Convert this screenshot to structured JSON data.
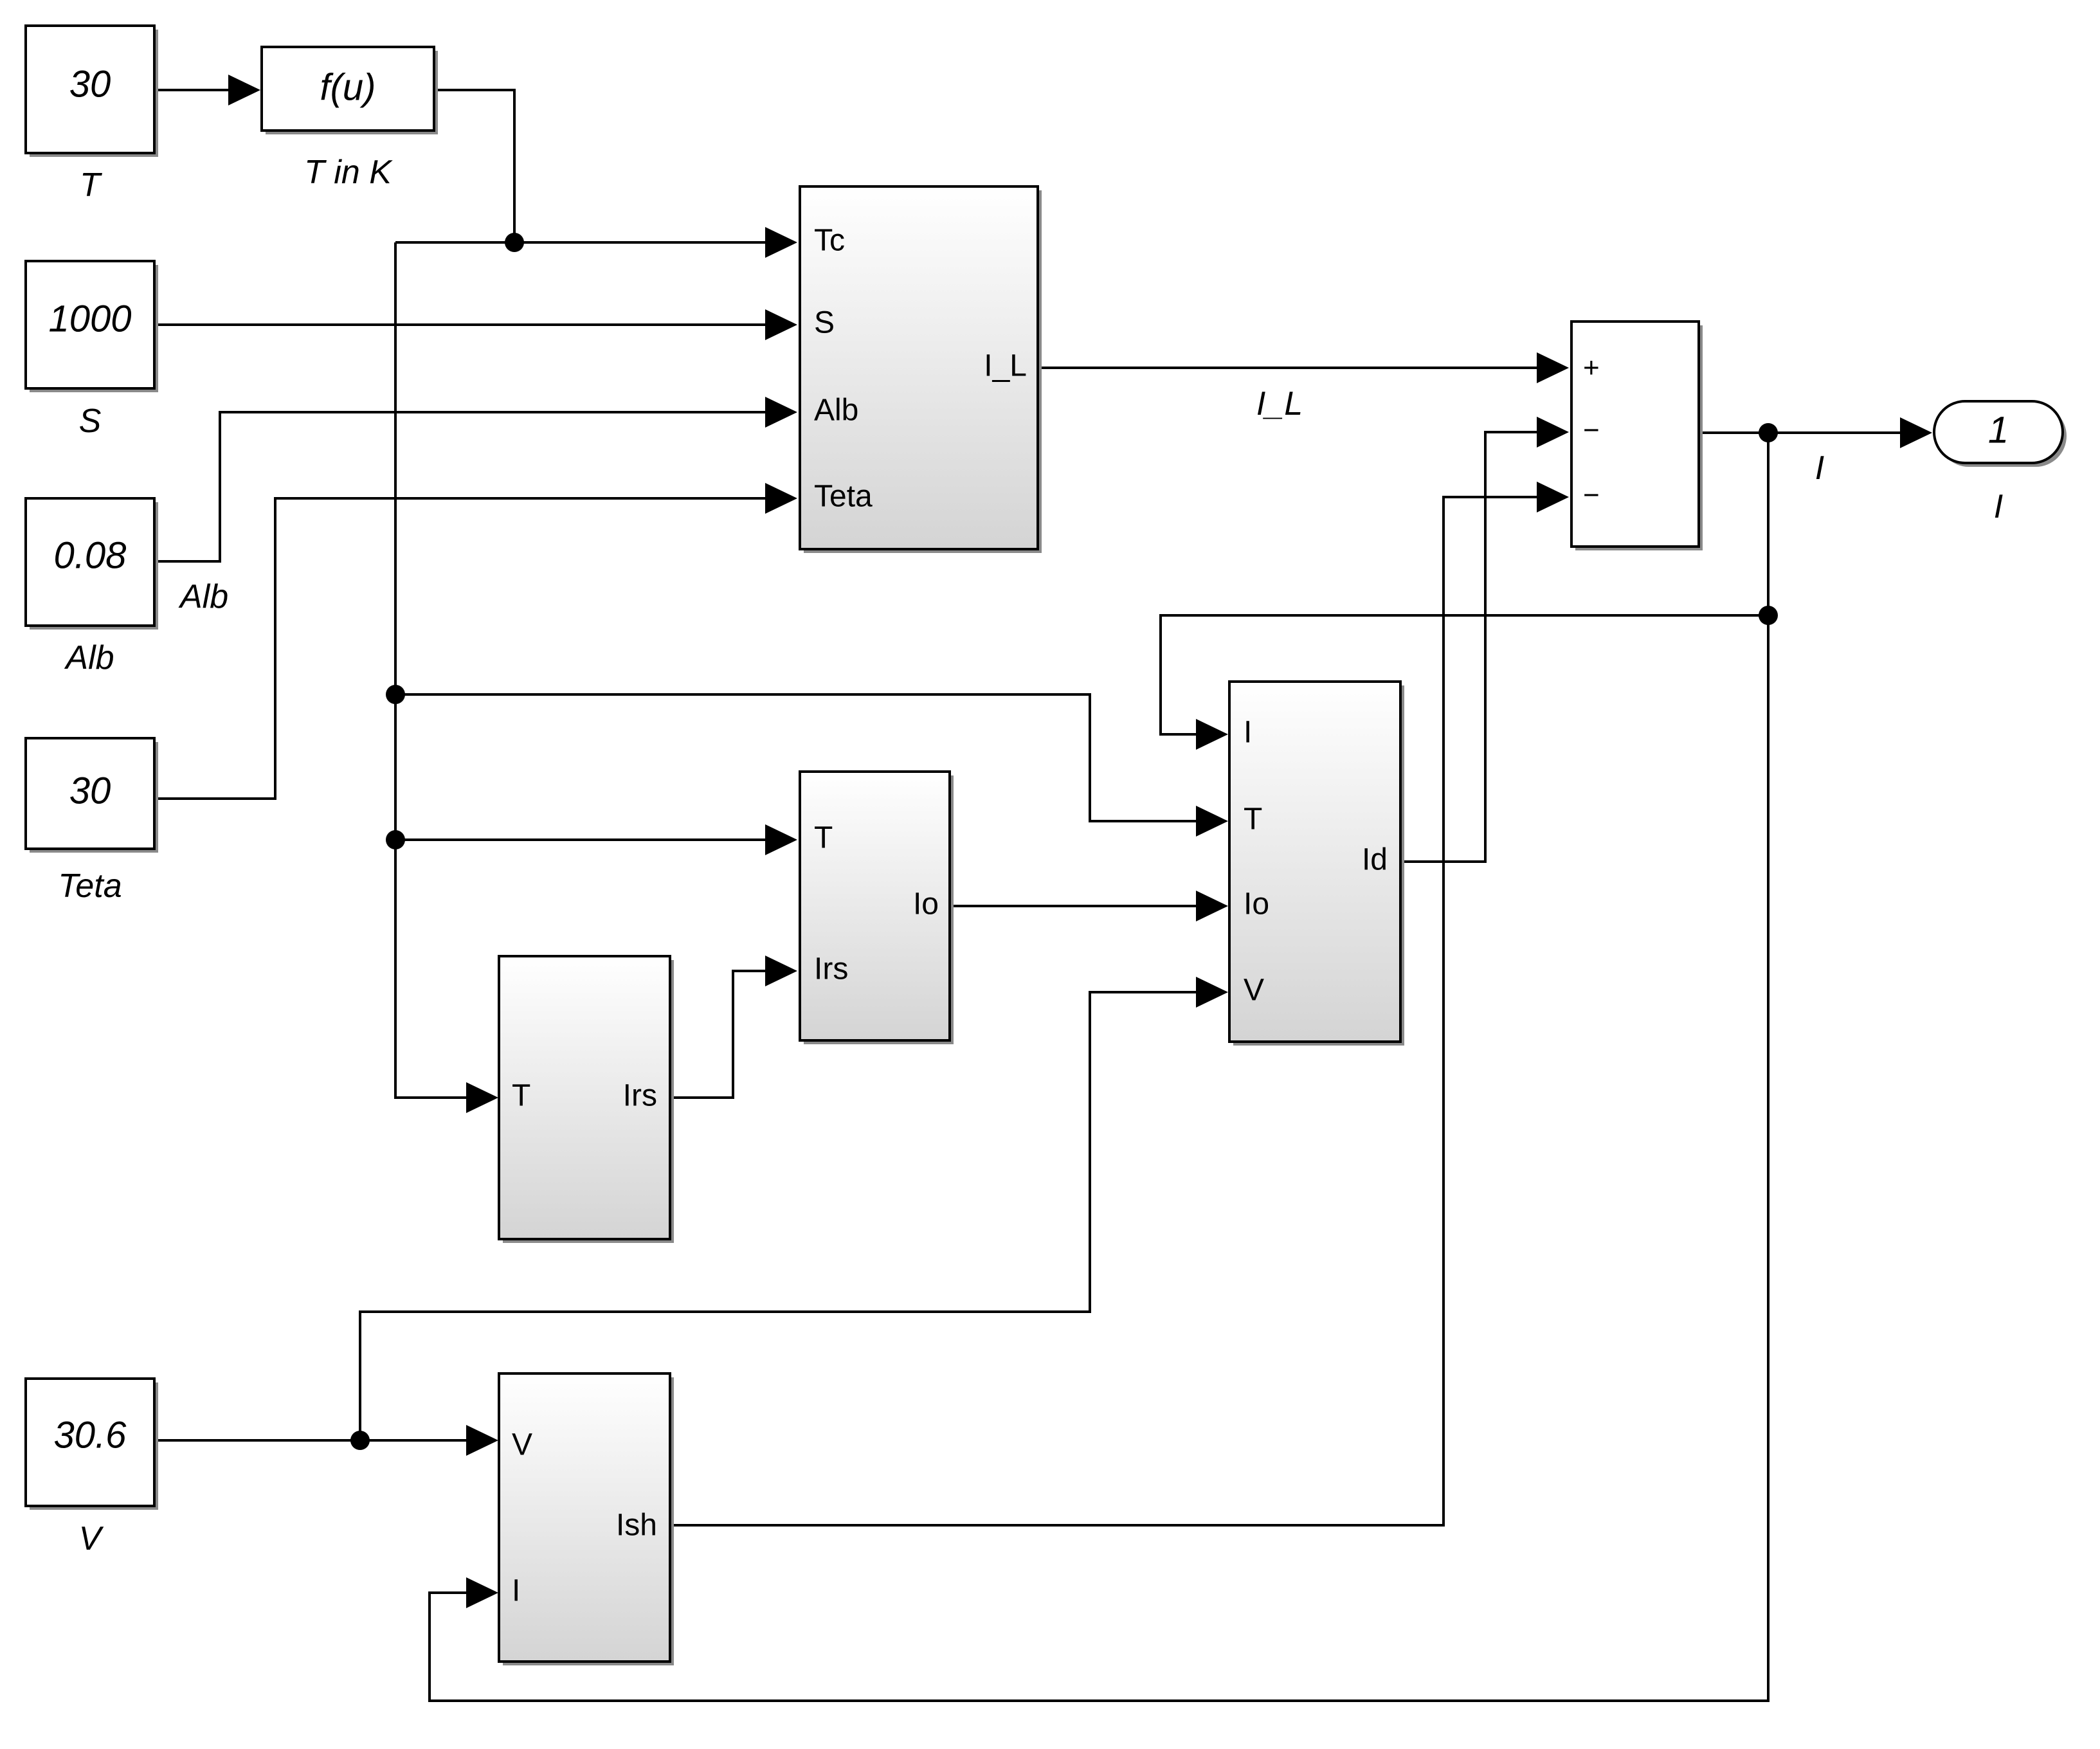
{
  "constants": [
    {
      "id": "const-t",
      "value": "30",
      "label": "T"
    },
    {
      "id": "const-s",
      "value": "1000",
      "label": "S"
    },
    {
      "id": "const-alb",
      "value": "0.08",
      "label": "Alb"
    },
    {
      "id": "const-teta",
      "value": "30",
      "label": "Teta"
    },
    {
      "id": "const-v",
      "value": "30.6",
      "label": "V"
    }
  ],
  "fcn": {
    "expression": "f(u)",
    "label": "T in K"
  },
  "subsystems": {
    "photocurrent": {
      "inputs": [
        "Tc",
        "S",
        "Alb",
        "Teta"
      ],
      "output": "I_L"
    },
    "saturation": {
      "inputs": [
        "T",
        "Irs"
      ],
      "output": "Io"
    },
    "reverse_saturation": {
      "inputs": [
        "T"
      ],
      "output": "Irs"
    },
    "diode": {
      "inputs": [
        "I",
        "T",
        "Io",
        "V"
      ],
      "output": "Id"
    },
    "shunt": {
      "inputs": [
        "V",
        "I"
      ],
      "output": "Ish"
    }
  },
  "sum_block": {
    "signs": [
      "+",
      "−",
      "−"
    ]
  },
  "outport": {
    "number": "1",
    "label": "I"
  },
  "signal_labels": {
    "alb": "Alb",
    "il": "I_L",
    "i": "I"
  },
  "colors": {
    "line": "#000000",
    "block_fill": "#ffffff",
    "gradient_bottom": "#d4d4d4",
    "shadow": "#8a8a8a"
  }
}
